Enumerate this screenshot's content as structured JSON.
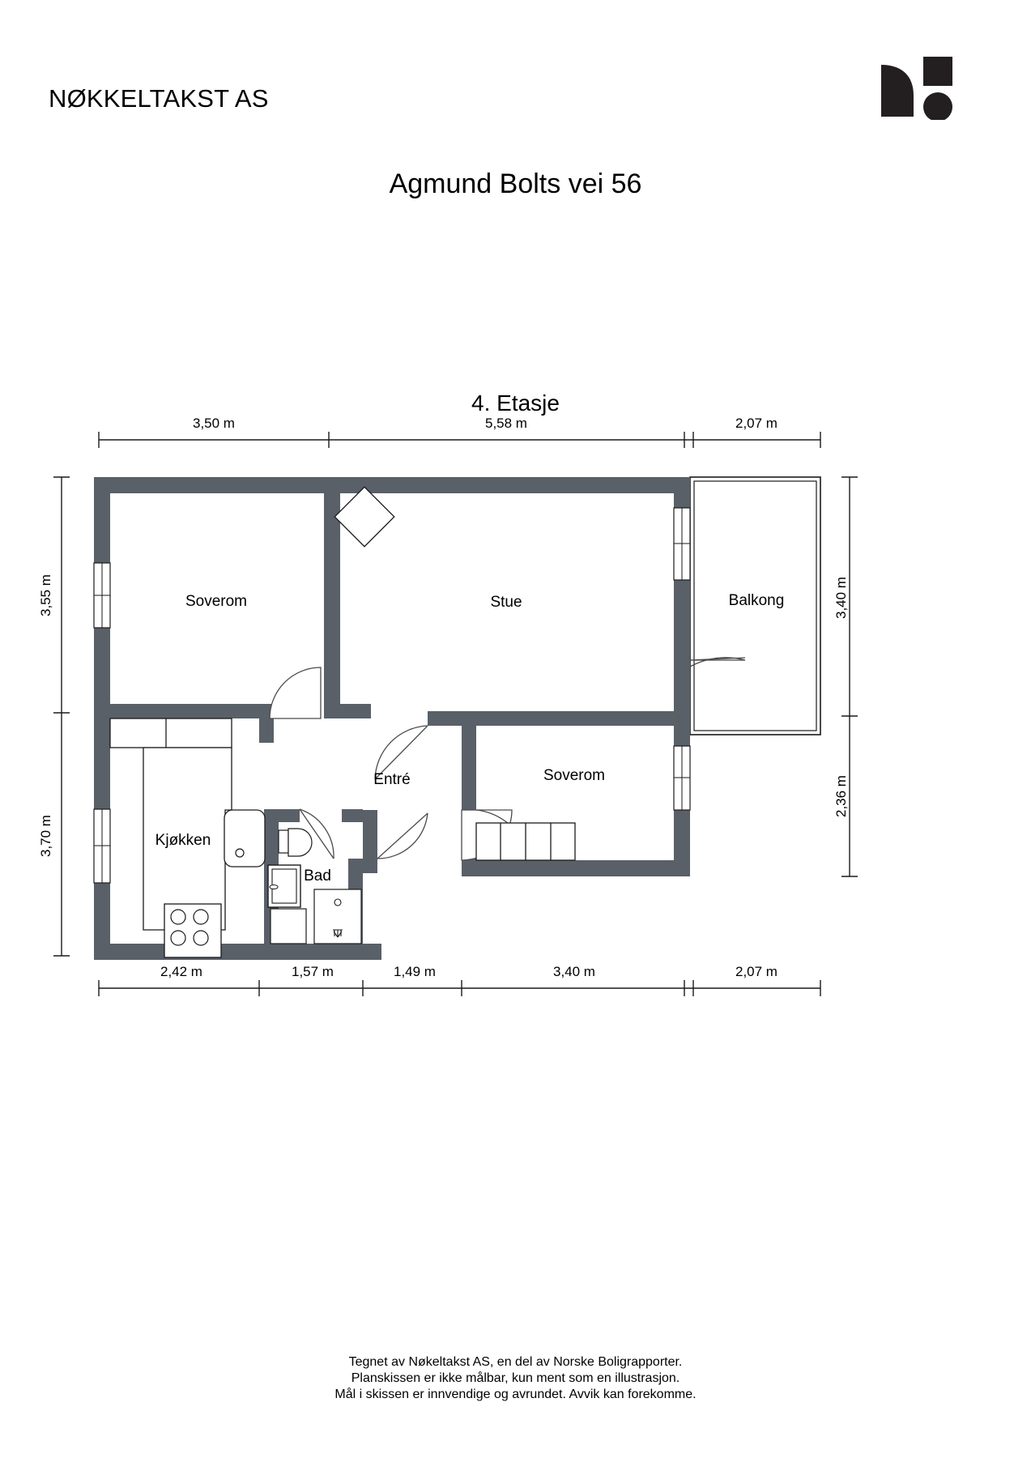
{
  "header": {
    "company_name": "NØKKELTAKST AS",
    "property_address": "Agmund Bolts vei 56",
    "logo_name": "nokkeltakst-logo"
  },
  "floorplan": {
    "floor_title": "4. Etasje",
    "wall_color": "#5a6068",
    "line_color": "#1a1a1a",
    "fill_color": "#ffffff",
    "rooms": [
      {
        "id": "soverom-nw",
        "label": "Soverom"
      },
      {
        "id": "stue",
        "label": "Stue"
      },
      {
        "id": "balkong",
        "label": "Balkong"
      },
      {
        "id": "entre",
        "label": "Entré"
      },
      {
        "id": "soverom-se",
        "label": "Soverom"
      },
      {
        "id": "kjokken",
        "label": "Kjøkken"
      },
      {
        "id": "bad",
        "label": "Bad"
      }
    ],
    "dimensions": {
      "top": [
        {
          "label": "3,50 m",
          "value": 3.5
        },
        {
          "label": "5,58 m",
          "value": 5.58
        },
        {
          "label": "2,07 m",
          "value": 2.07
        }
      ],
      "bottom": [
        {
          "label": "2,42 m",
          "value": 2.42
        },
        {
          "label": "1,57 m",
          "value": 1.57
        },
        {
          "label": "1,49 m",
          "value": 1.49
        },
        {
          "label": "3,40 m",
          "value": 3.4
        },
        {
          "label": "2,07 m",
          "value": 2.07
        }
      ],
      "left": [
        {
          "label": "3,55 m",
          "value": 3.55
        },
        {
          "label": "3,70 m",
          "value": 3.7
        }
      ],
      "right": [
        {
          "label": "3,40 m",
          "value": 3.4
        },
        {
          "label": "2,36 m",
          "value": 2.36
        }
      ]
    },
    "unit": "m"
  },
  "footer": {
    "line1": "Tegnet av Nøkeltakst AS, en del av Norske Boligrapporter.",
    "line2": "Planskissen er ikke målbar, kun ment som en illustrasjon.",
    "line3": "Mål i skissen er innvendige og avrundet. Avvik kan forekomme."
  }
}
